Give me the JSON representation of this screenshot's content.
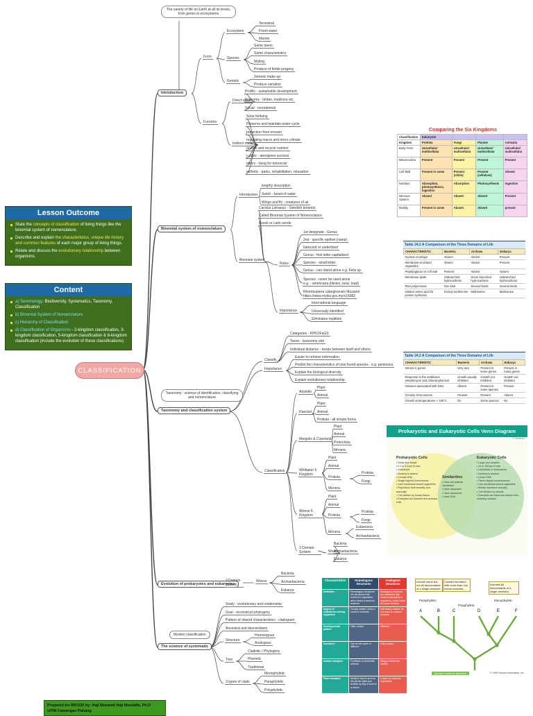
{
  "center_label": "CLASSIFICATION",
  "lesson_outcome": {
    "title": "Lesson Outcome",
    "items": [
      {
        "pre": "State the ",
        "hl": "concepts of classification",
        "post": " of living things like the binomial system of nomenclature."
      },
      {
        "pre": "Describe and explain ",
        "hl": "the characteristics, unique life history and common features",
        "post": " of each major group of living things."
      },
      {
        "pre": "Relate and discuss the ",
        "hl": "evolutionary relationship",
        "post": " between organisms."
      }
    ]
  },
  "content_panel": {
    "title": "Content",
    "items": [
      {
        "n": "a)",
        "hl": "Terminology",
        "post": ": Biodiversity, Systematics, Taxonomy, Classification"
      },
      {
        "n": "b)",
        "hl": "Binomial System of Nomenclature",
        "post": ""
      },
      {
        "n": "c)",
        "hl": "Hierarchy of Classification",
        "post": ""
      },
      {
        "n": "d)",
        "hl": "Classification of Organisms",
        "post": " - 2-kingdom classification,     3-kingdom classification, 5-kingdom classification & 6-kingdom classification (include the evolution of these classifications)"
      }
    ]
  },
  "prepared_by": {
    "line1": "Prepared for BIO320 by: Haji Muzamil Haji Mustaffa, Ph.D",
    "line2": "UiTM Cawangan Pahang"
  },
  "mindmap": {
    "branches": {
      "introduction": "Introduction",
      "binomial": "Binomial system of nomenclature",
      "taxonomy": "Taxonomy and classification system",
      "evolution": "Evolution of prokaryotes and eukaryotes",
      "systematic": "The science of systematic"
    },
    "notes": {
      "intro_note": "The variety of life on Earth at all its levels, from genes to ecosystems",
      "taxonomy_note": "Taxonomy - science of identification, classifying and nomenclature",
      "modern": "Modern classification"
    },
    "labels": {
      "form": "Form",
      "ecosystem": "Ecosystem",
      "species": "Species",
      "genetic": "Genetic",
      "function": "Function",
      "direct_value": "Direct value",
      "indirect_value": "Indirect value",
      "introduction2": "Introduction",
      "binomial_system": "Binomial system",
      "rules": "Rules",
      "importance": "Importance",
      "classify": "Classify",
      "importance2": "Importance",
      "classification": "Classification",
      "aristotle": "Aristotle",
      "haeckel": "Haeckel",
      "margulis": "Margulis & Copeland",
      "whittaker": "Whittaker 5 Kingdom",
      "woese6": "Woese 6 Kingdom",
      "three_domain": "3 Domain System",
      "woese": "Woese",
      "three_domain_evo": "3 Domain System",
      "woese_evo": "Woese",
      "structure": "Structure",
      "tree": "Tree",
      "three_types": "3 types of clads"
    },
    "leaves": {
      "terrestrial": "Terrestrial",
      "freshwater": "Fresh water",
      "marine": "Marine",
      "sametaxon": "Same taxon",
      "samechar": "Same characteristics",
      "mating": "Mating",
      "fertile": "Produce of fertile progeny",
      "geneticmakeup": "Genetic make-up",
      "variation": "Produce variation",
      "prolific": "Prolific - sustainable development",
      "economy": "Economy - timber, medicine etc",
      "social": "Social - recreational",
      "solar": "Solar biofuing",
      "preserve": "Preserve and maintain water cycle",
      "erosion": "protection from erosion",
      "regulating": "regulating macro and micro climate",
      "restore": "restore and recycle nutrient",
      "culture": "culture - aborigines survival",
      "ethics": "ethics - living for tomorrow",
      "aesthetic": "esthetic - parks, rehabilitation, relaxation",
      "lengthy": "lengthy description",
      "swish": "Swish - beast of water",
      "wings": "Wings and fly - creatures of air",
      "linnaeus": "Carolus Linnaeus - Swedish botanist",
      "called": "Called Binomial System of Nomenclature",
      "greek": "Greek or Latin words",
      "first": "1st designate - Genus",
      "second": "2nd - specific epithet (name)",
      "italicized": "Italicized or underlined",
      "genus_cap": "Genus - first letter capitalized",
      "species_small": "Species - small letter",
      "genus_alone": "Genus - can stand alone e.g. Felis sp.",
      "species_never": "Species - never be used alone",
      "species_eg": "e.g. - americana (tilesko, bear, toad)",
      "rhomboptera": "Rhomboptera cabeginensis Muzamil",
      "website": "https://www.mybiz.gov.my/x16082",
      "international": "International language",
      "universally": "Universally identified",
      "eliminates": "Eliminates repitition",
      "categories": "Categories - KPKOFaGS",
      "taxon": "Taxon - taxonomy unit",
      "individual": "Individual distance - keeps between itself and others",
      "easier": "Easier to retrieve information",
      "predict": "Predict the characteristics of new found species - e.g. pentosica",
      "explain_bio": "Explain the biological diversity",
      "explain_evo": "Explain evolutionary relationship",
      "plant1": "Plant",
      "animal1": "Animal",
      "plant2": "Plant",
      "animal2": "Animal",
      "protista2": "Protista - all simple forms",
      "plant3": "Plant",
      "animal3": "Animal",
      "protoctista3": "Protoctista",
      "monera3": "Monera",
      "plant4": "Plant",
      "animal4": "Animal",
      "protista4": "Protista",
      "fungi4": "Fungi",
      "monera4": "Monera",
      "plant5": "Plant",
      "animal5": "Animal",
      "protista5": "Protista",
      "fungi5": "Fungi",
      "eubacteria5": "Eubacteria",
      "archaebacteria5": "Archaebacteria",
      "monera5": "Monera",
      "bacteria6": "Bacteria",
      "archaebacteria6": "Archaebacteria",
      "eukarya6": "Eukarya",
      "bacteria7": "Bacteria",
      "archaebacteria7": "Archaebacteria",
      "eukarya7": "Eukarya",
      "study": "Study - evolutionary and relationship",
      "goal": "Goal - reconstruct phylogeny",
      "pattern": "Pattern of shared characteristics - cladogram",
      "ancestral": "Ancestral and descendants",
      "homologous": "Homologous",
      "analogous": "Analogous",
      "cladistic": "Cladistic / Phylogeny",
      "phenetic": "Phenetic",
      "traditional": "Traditional",
      "monophyletic": "Monophyletic",
      "paraphyletic": "Paraphyletic",
      "polyphyletic": "Polyphyletic"
    }
  },
  "six_kingdoms": {
    "title": "Comparing the Six Kingdoms",
    "header": [
      "Classification",
      "Eukaryote",
      "",
      "",
      ""
    ],
    "header2": [
      "Kingdom",
      "Protista",
      "Fungi",
      "Plantae",
      "Animalia"
    ],
    "rows": [
      [
        "Body Form",
        "Unicellular/ multicellular",
        "Unicellular/ multicellular",
        "Unicellular/ multicellular",
        "Unicellular/ multicellular"
      ],
      [
        "Mitochondria",
        "Present",
        "Present",
        "Present",
        "Present"
      ],
      [
        "Cell Wall",
        "Present in some",
        "Present (chitin)",
        "Present (cellulose)",
        "Absent"
      ],
      [
        "Nutrition",
        "Absorption, photosynthesis, ingestion",
        "Absorption",
        "Photosynthesis",
        "Ingestion"
      ],
      [
        "Nervous System",
        "Absent",
        "Absent",
        "Absent",
        "Present"
      ],
      [
        "Motility",
        "Present in some",
        "Absent",
        "Absent",
        "present"
      ]
    ]
  },
  "three_domains_a": {
    "title": "Table 24.2 A Comparison of the Three Domains of Life",
    "cols": [
      "CHARACTERISTIC",
      "Bacteria",
      "Archaea",
      "Eukarya"
    ],
    "group": "DOMAIN",
    "rows": [
      [
        "Nuclear envelope",
        "Absent",
        "Absent",
        "Present"
      ],
      [
        "Membrane-enclosed organelles",
        "Absent",
        "Absent",
        "Present"
      ],
      [
        "Peptidoglycan in cell wall",
        "Present",
        "Absent",
        "Absent"
      ],
      [
        "Membrane lipids",
        "Unbranched hydrocarbons",
        "Some branched hydrocarbons",
        "Unbranched hydrocarbons"
      ],
      [
        "RNA polymerase",
        "One kind",
        "Several kinds",
        "Several kinds"
      ],
      [
        "Initiator amino acid for protein synthesis",
        "Formyl-methionine",
        "Methionine",
        "Methionine"
      ]
    ]
  },
  "three_domains_b": {
    "title": "Table 24.2 A Comparison of the Three Domains of Life",
    "cols": [
      "CHARACTERISTIC",
      "Bacteria",
      "Archaea",
      "Eukarya"
    ],
    "group": "DOMAIN",
    "rows": [
      [
        "Introns in genes",
        "Very rare",
        "Present in some genes",
        "Present in many genes"
      ],
      [
        "Response to the antibiotics streptomycin and chloramphenicol",
        "Growth usually inhibited",
        "Growth not inhibited",
        "Growth not inhibited"
      ],
      [
        "Histones associated with DNA",
        "Absent",
        "Present in some species",
        "Present"
      ],
      [
        "Circular chromosome",
        "Present",
        "Present",
        "Absent"
      ],
      [
        "Growth at temperatures > 100°C",
        "No",
        "Some species",
        "No"
      ]
    ]
  },
  "venn": {
    "title": "Prokaryotic and Eukaryotic Cells Venn Diagram",
    "credit": "© SmartArt",
    "left_title": "Prokaryotic Cells",
    "right_title": "Eukaryotic Cells",
    "mid_title": "Similarities",
    "left_items": [
      "Small and simple",
      "0.1 to 5.0 µm in size",
      "Unicellular",
      "Nucleus is absent",
      "Circular DNA",
      "Single haploid chromosome",
      "Lack membrane-bound organelles",
      "Reproduce both sexually and asexually",
      "Cell division by binary fission",
      "Examples are bacteria and archaea cells"
    ],
    "mid_items": [
      "Have cell plasma membrane",
      "Have cytoplasm",
      "Have ribosomes",
      "Have DNA"
    ],
    "right_items": [
      "Large and complex",
      "10 to 100 µm in size",
      "Unicellular or multicellular",
      "Nucleus is present",
      "Linear DNA",
      "Paired diploid chromosomes",
      "Has membrane-bound organelles",
      "Mostly reproduce sexually",
      "Cell division by mitosis",
      "Examples are plant and animal cells, including humans"
    ]
  },
  "homology": {
    "cols": [
      "Characteristics",
      "Homologous Structures",
      "Analogous Structures"
    ],
    "rows": [
      [
        "Definition",
        "Homologous structures are structures that evolved in organisms which share a common ancestor",
        "Analogous structures are structures that evolved separately in organisms, which share the same function"
      ],
      [
        "Degree of relatedness among organisms",
        "Closely related, share a common ancestor",
        "Not closely related, do not share a common ancestor"
      ],
      [
        "Developmental pattern",
        "Often similar",
        "Different"
      ],
      [
        "Functions",
        "Can be the same or different",
        "Often similar"
      ],
      [
        "Animal examples",
        "Forelimbs of vertebrate animals",
        "Wings of birds and insects"
      ],
      [
        "Plant examples",
        "Modified leaves such as the pitcher plant and tendrils by way of food of a cactus",
        "Leaves of cacti and euphorbias"
      ]
    ]
  },
  "cladogram": {
    "box1": "Include some but not all descendants of a single ancestor.",
    "box2": "Contain members with more than one recent ancestor.",
    "box3": "Includes all descendants of a single ancestor.",
    "paraphyletic": "Paraphyletic",
    "polyphyletic": "Polyphyletic",
    "monophyletic": "Monophyletic",
    "tips": [
      "A",
      "B",
      "C",
      "D",
      "E",
      "F"
    ],
    "ancestor": "Ancient common ancestor",
    "credit": "© 1999 Sinauer Associates, Inc."
  }
}
